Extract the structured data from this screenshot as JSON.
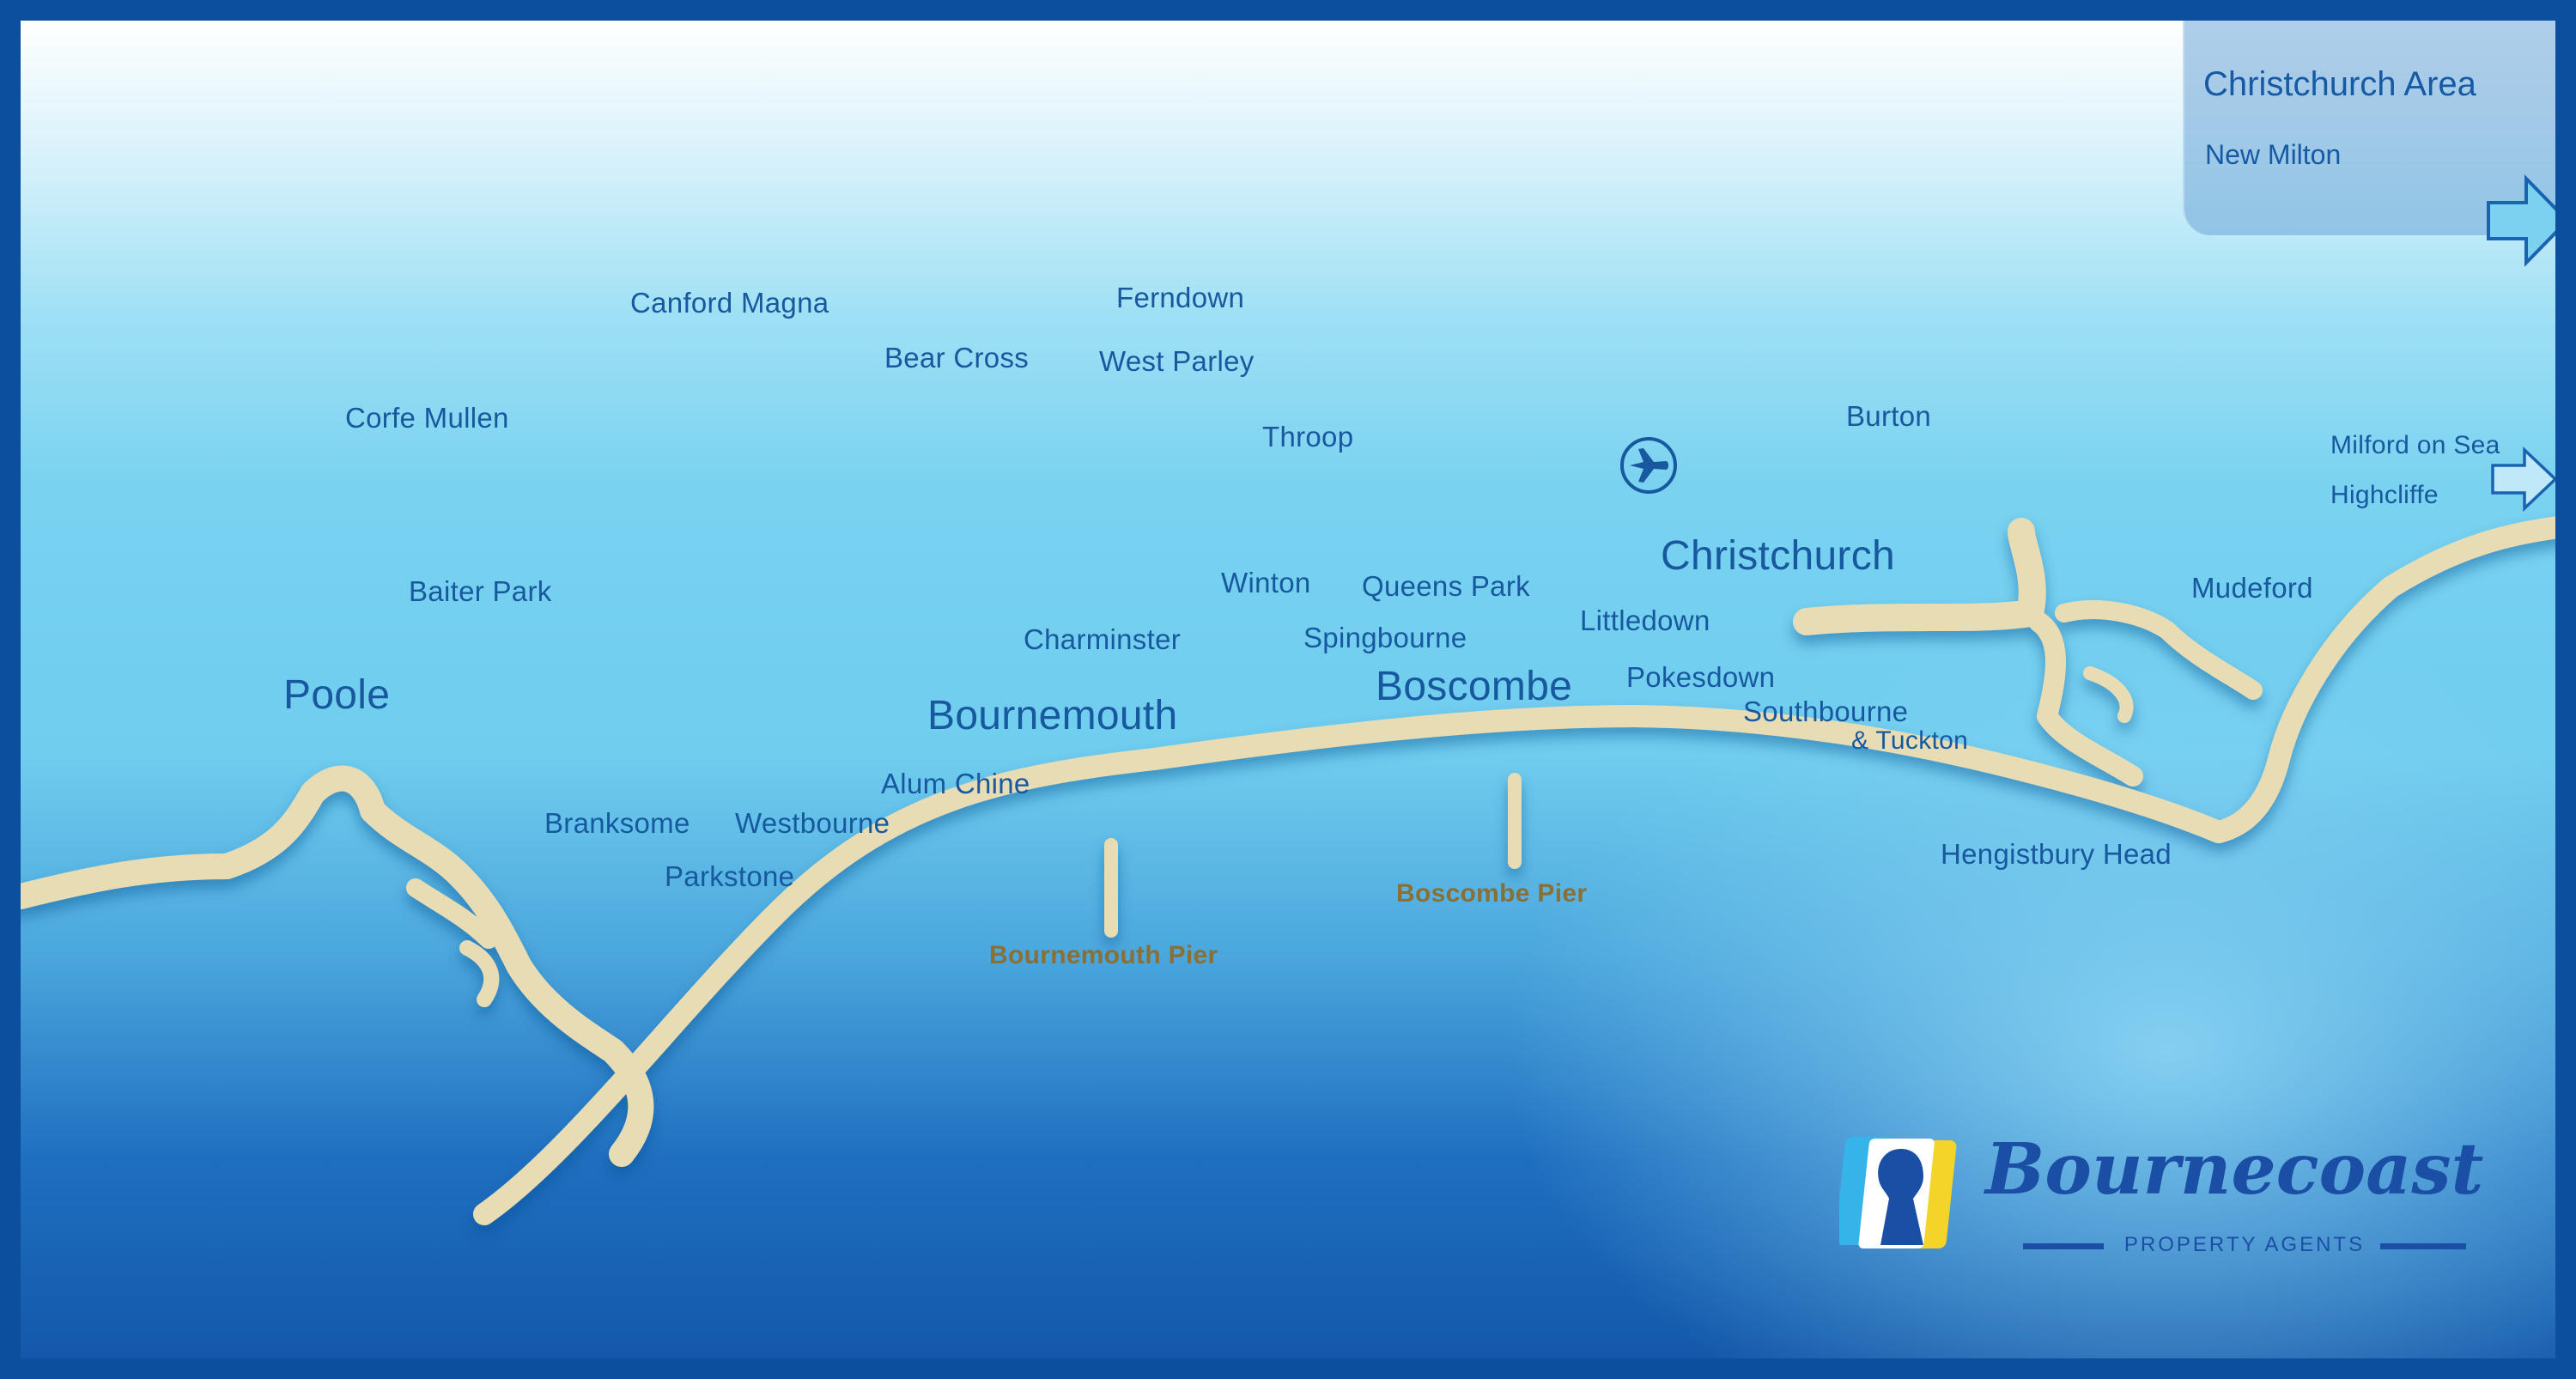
{
  "map": {
    "colors": {
      "frame": "#0c4f9e",
      "label": "#17589e",
      "land": "#e8dcb5",
      "pier_label": "#8a7035"
    },
    "area_panel": {
      "title": "Christchurch Area",
      "subtitle": "New Milton"
    },
    "places": {
      "canford_magna": "Canford Magna",
      "ferndown": "Ferndown",
      "bear_cross": "Bear Cross",
      "west_parley": "West Parley",
      "corfe_mullen": "Corfe Mullen",
      "throop": "Throop",
      "burton": "Burton",
      "milford_on_sea": "Milford on Sea",
      "highcliffe": "Highcliffe",
      "christchurch": "Christchurch",
      "mudeford": "Mudeford",
      "baiter_park": "Baiter Park",
      "winton": "Winton",
      "queens_park": "Queens Park",
      "littledown": "Littledown",
      "charminster": "Charminster",
      "spingbourne": "Spingbourne",
      "poole": "Poole",
      "boscombe": "Boscombe",
      "pokesdown": "Pokesdown",
      "bournemouth": "Bournemouth",
      "southbourne": "Southbourne",
      "tuckton": "& Tuckton",
      "alum_chine": "Alum Chine",
      "branksome": "Branksome",
      "westbourne": "Westbourne",
      "hengistbury_head": "Hengistbury Head",
      "parkstone": "Parkstone"
    },
    "piers": {
      "boscombe": "Boscombe Pier",
      "bournemouth": "Bournemouth Pier"
    },
    "icons": {
      "airport": "airplane-icon",
      "nav": "arrow-right-icon"
    }
  },
  "logo": {
    "name": "Bournecoast",
    "tagline": "PROPERTY AGENTS"
  }
}
